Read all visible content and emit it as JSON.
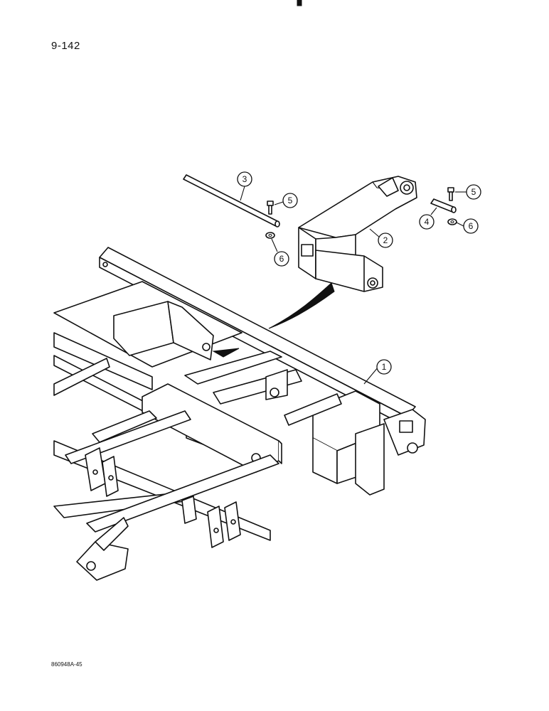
{
  "page_number": "9-142",
  "footer_code": "860948A-45",
  "callouts": [
    {
      "label": "1",
      "part": "frame"
    },
    {
      "label": "2",
      "part": "hitch-arm"
    },
    {
      "label": "3",
      "part": "long-pin"
    },
    {
      "label": "4",
      "part": "short-pin"
    },
    {
      "label": "5",
      "part": "bolt"
    },
    {
      "label": "5",
      "part": "bolt"
    },
    {
      "label": "6",
      "part": "nut"
    },
    {
      "label": "6",
      "part": "nut"
    }
  ]
}
